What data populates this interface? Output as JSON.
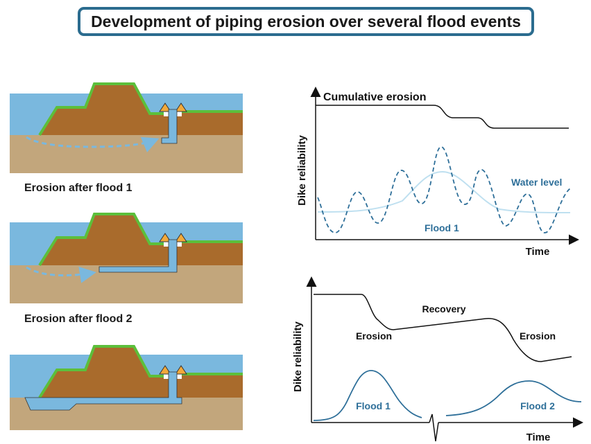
{
  "title": "Development of piping erosion over several flood events",
  "captions": {
    "flood1": "Erosion after flood 1",
    "flood2": "Erosion after flood 2"
  },
  "chart_top": {
    "ylabel": "Dike reliability",
    "xlabel": "Time",
    "series_label": "Cumulative erosion",
    "water_label": "Water level",
    "flood_label": "Flood 1"
  },
  "chart_bottom": {
    "ylabel": "Dike reliability",
    "xlabel": "Time",
    "recovery_label": "Recovery",
    "erosion_label_1": "Erosion",
    "erosion_label_2": "Erosion",
    "flood1_label": "Flood 1",
    "flood2_label": "Flood 2"
  },
  "colors": {
    "water": "#7ab8de",
    "dike": "#a96b2c",
    "grass": "#5cbf3b",
    "soil": "#c2a67c",
    "pipe": "#7ab8de",
    "accent_blue": "#2b6c8f",
    "curve_blue": "#2e6f99",
    "light_blue": "#bfe0f0",
    "sandbag": "#f2a93b"
  },
  "icons": {
    "sandbag": "orange-triangle",
    "arrow": "dashed-arrow"
  }
}
